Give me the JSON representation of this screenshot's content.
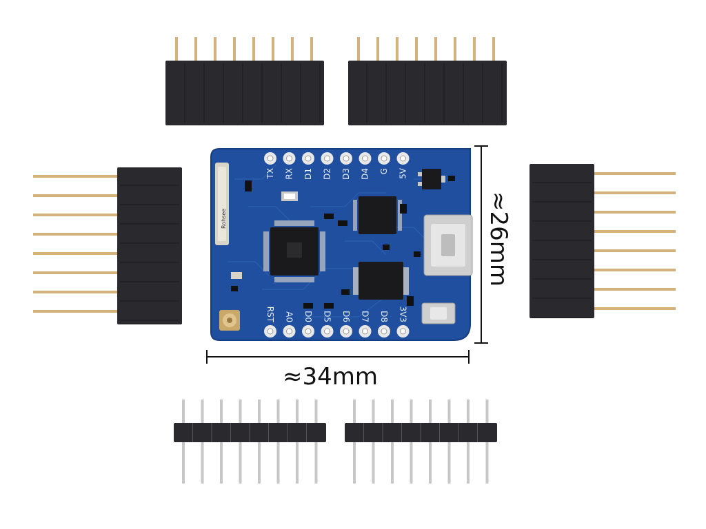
{
  "board": {
    "top_pin_labels": [
      "TX",
      "RX",
      "D1",
      "D2",
      "D3",
      "D4",
      "G",
      "5V"
    ],
    "bottom_pin_labels": [
      "RST",
      "A0",
      "D0",
      "D5",
      "D6",
      "D7",
      "D8",
      "3V3"
    ],
    "antenna_silk": "Rohsee"
  },
  "dimensions": {
    "width_label": "≈34mm",
    "height_label": "≈26mm"
  },
  "colors": {
    "pcb": "#1f4f9e",
    "pcb_edge": "#163d80",
    "header_body": "#2a2a2e",
    "pin_gold": "#d2b27a",
    "pin_silver": "#c7c7c7",
    "chip": "#1a1a1c"
  }
}
